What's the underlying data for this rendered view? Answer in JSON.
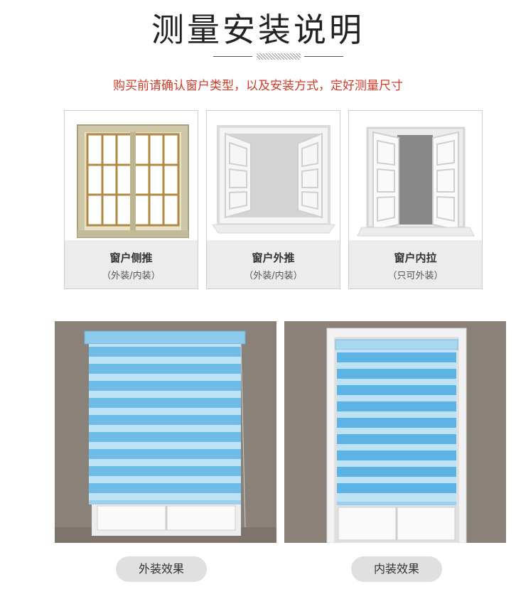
{
  "header": {
    "title": "测量安装说明",
    "subtitle": "购买前请确认窗户类型，以及安装方式，定好测量尺寸"
  },
  "window_types": [
    {
      "name": "窗户侧推",
      "note": "（外装/内装）"
    },
    {
      "name": "窗户外推",
      "note": "（外装/内装）"
    },
    {
      "name": "窗户内拉",
      "note": "（只可外装）"
    }
  ],
  "effects": [
    {
      "label": "外装效果"
    },
    {
      "label": "内装效果"
    }
  ],
  "colors": {
    "subtitle": "#d33a2a",
    "blind_blue": "#7cc3e8",
    "wall": "#8a8178"
  }
}
